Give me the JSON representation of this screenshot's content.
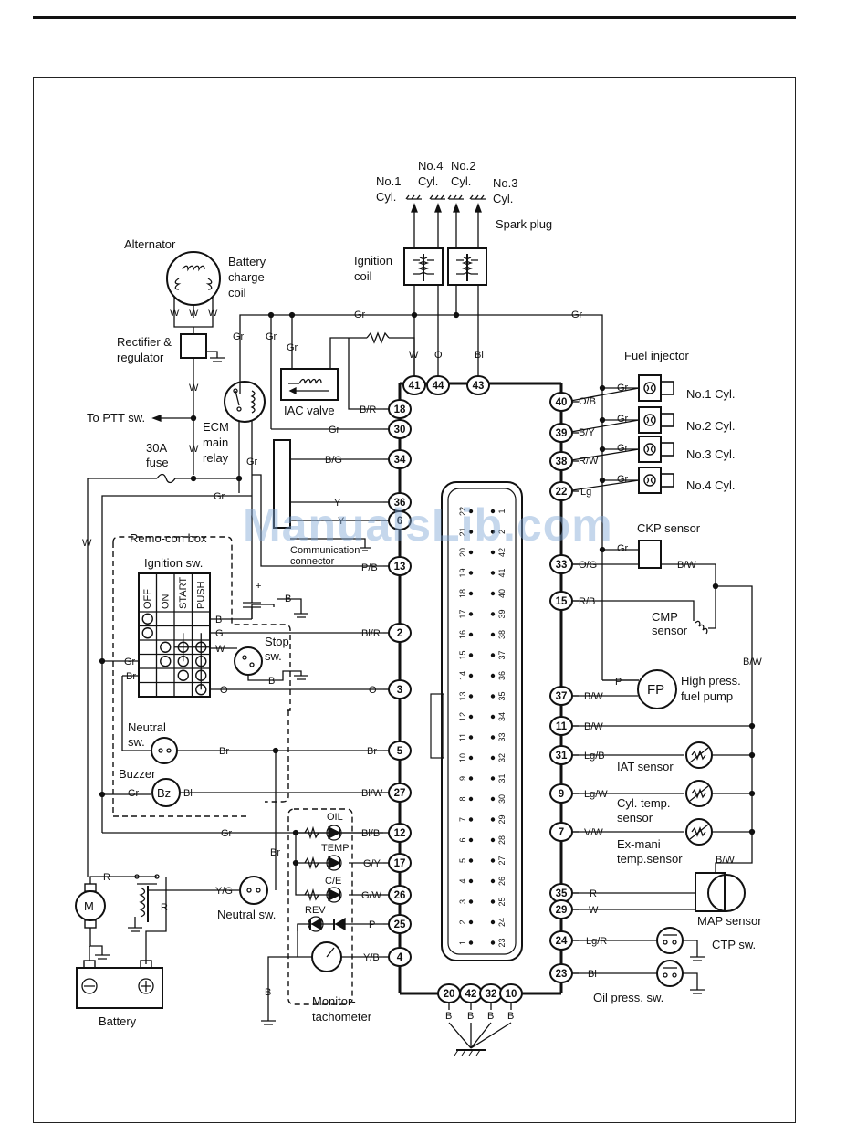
{
  "labels": {
    "cyl1": [
      "No.1",
      "Cyl."
    ],
    "cyl4": [
      "No.4",
      "Cyl."
    ],
    "cyl2": [
      "No.2",
      "Cyl."
    ],
    "cyl3": [
      "No.3",
      "Cyl."
    ],
    "spark_plug": "Spark plug",
    "ignition_coil": [
      "Ignition",
      "coil"
    ],
    "alternator": "Alternator",
    "battery_charge_coil": [
      "Battery",
      "charge",
      "coil"
    ],
    "rectifier": [
      "Rectifier &",
      "regulator"
    ],
    "to_ptt": "To PTT sw.",
    "ecm_main_relay": [
      "ECM",
      "main",
      "relay"
    ],
    "fuse": [
      "30A",
      "fuse"
    ],
    "iac_valve": "IAC valve",
    "comm_connector": [
      "Communication",
      "connector"
    ],
    "remocon_box": "Remo-con box",
    "ignition_sw": "Ignition sw.",
    "ign_cols": [
      "OFF",
      "ON",
      "START",
      "PUSH"
    ],
    "stop_sw": [
      "Stop",
      "sw."
    ],
    "neutral_sw_top": [
      "Neutral",
      "sw."
    ],
    "buzzer": "Buzzer",
    "bz": "Bz",
    "neutral_sw": "Neutral sw.",
    "battery": "Battery",
    "motor": "M",
    "monitor": [
      "Monitor-",
      "tachometer"
    ],
    "oil": "OIL",
    "temp": "TEMP",
    "ce": "C/E",
    "rev": "REV",
    "fuel_injector": "Fuel injector",
    "inj1": "No.1 Cyl.",
    "inj2": "No.2 Cyl.",
    "inj3": "No.3 Cyl.",
    "inj4": "No.4 Cyl.",
    "ckp": "CKP sensor",
    "cmp": [
      "CMP",
      "sensor"
    ],
    "fp": "FP",
    "hp_pump": [
      "High press.",
      "fuel pump"
    ],
    "iat": "IAT sensor",
    "cyl_temp": [
      "Cyl. temp.",
      "sensor"
    ],
    "exmani": [
      "Ex-mani",
      "temp.sensor"
    ],
    "map": "MAP sensor",
    "ctp": "CTP sw.",
    "oil_press": "Oil press. sw.",
    "watermark": "ManualsLib.com"
  },
  "wires": {
    "gr": "Gr",
    "w": "W",
    "o": "O",
    "bl": "Bl",
    "br": "Br",
    "b": "B",
    "g": "G",
    "r": "R",
    "p": "P",
    "br_pin18": "B/R",
    "bg": "B/G",
    "y": "Y",
    "pb": "P/B",
    "blr": "Bl/R",
    "blw": "Bl/W",
    "blb": "Bl/B",
    "gy": "G/Y",
    "gw": "G/W",
    "yb": "Y/B",
    "yg": "Y/G",
    "ob": "O/B",
    "by": "B/Y",
    "rw": "R/W",
    "lg": "Lg",
    "og": "O/G",
    "rb": "R/B",
    "bw": "B/W",
    "lgb": "Lg/B",
    "lgw": "Lg/W",
    "vw": "V/W",
    "lgr": "Lg/R",
    "plus": "+"
  },
  "pins": {
    "top": [
      "41",
      "44",
      "43"
    ],
    "left": [
      "18",
      "30",
      "34",
      "36",
      "6",
      "13",
      "2",
      "3",
      "5",
      "27",
      "12",
      "17",
      "26",
      "25",
      "4"
    ],
    "right": [
      "40",
      "39",
      "38",
      "22",
      "33",
      "15",
      "37",
      "11",
      "31",
      "9",
      "7",
      "35",
      "29",
      "24",
      "23"
    ],
    "bottom": [
      "20",
      "42",
      "32",
      "10"
    ]
  },
  "connector": {
    "left_col": [
      "22",
      "21",
      "20",
      "19",
      "18",
      "17",
      "16",
      "15",
      "14",
      "13",
      "12",
      "11",
      "10",
      "9",
      "8",
      "7",
      "6",
      "5",
      "4",
      "3",
      "2",
      "1"
    ],
    "right_col": [
      "1",
      "2",
      "42",
      "41",
      "40",
      "39",
      "38",
      "37",
      "36",
      "35",
      "34",
      "33",
      "32",
      "31",
      "30",
      "29",
      "28",
      "27",
      "26",
      "25",
      "24",
      "23"
    ]
  }
}
